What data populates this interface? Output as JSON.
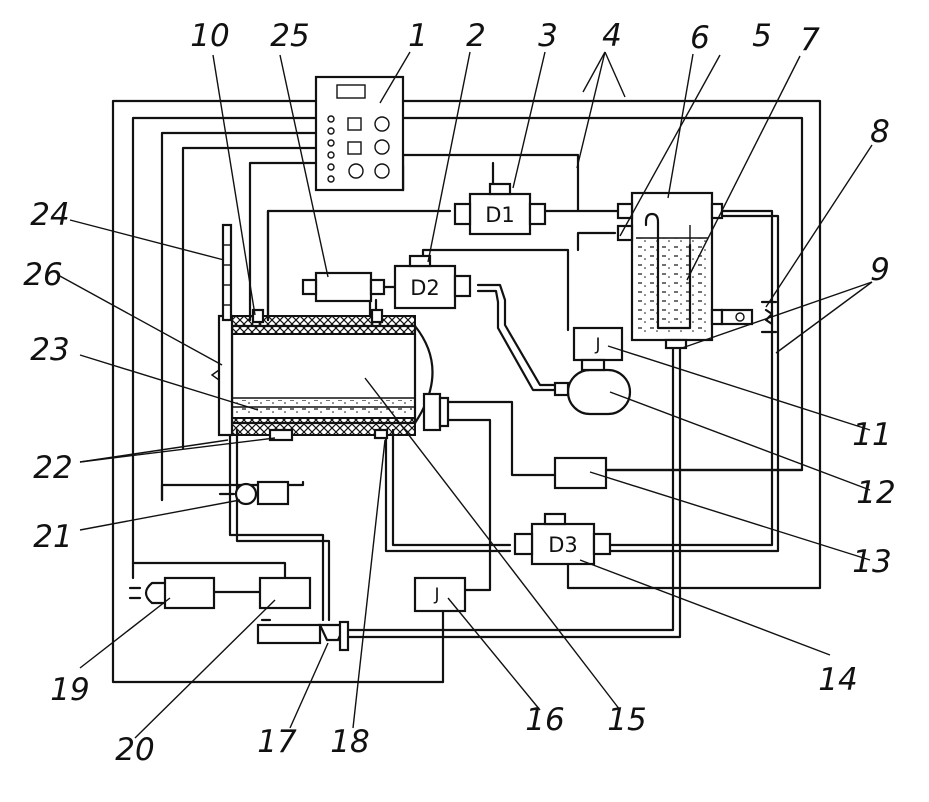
{
  "diagram": {
    "callout_numbers": {
      "n1": "1",
      "n2": "2",
      "n3": "3",
      "n4": "4",
      "n5": "5",
      "n6": "6",
      "n7": "7",
      "n8": "8",
      "n9": "9",
      "n10": "10",
      "n11": "11",
      "n12": "12",
      "n13": "13",
      "n14": "14",
      "n15": "15",
      "n16": "16",
      "n17": "17",
      "n18": "18",
      "n19": "19",
      "n20": "20",
      "n21": "21",
      "n22": "22",
      "n23": "23",
      "n24": "24",
      "n25": "25",
      "n26": "26"
    },
    "component_labels": {
      "valve_d1": "D1",
      "valve_d2": "D2",
      "valve_d3": "D3",
      "relay_11": "J",
      "relay_16": "J"
    }
  }
}
